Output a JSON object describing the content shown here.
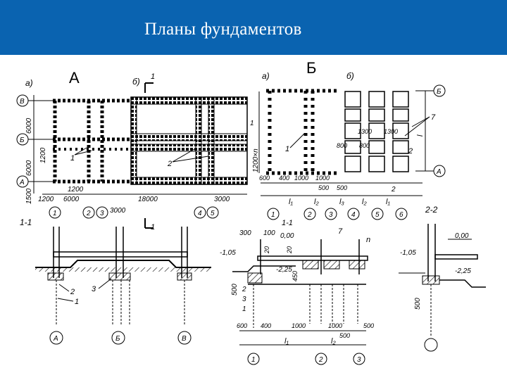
{
  "slide": {
    "title": "Планы фундаментов",
    "section_a": "А",
    "section_b": "Б",
    "colors": {
      "title_bg": "#0a63b0",
      "title_text": "#ffffff",
      "ink": "#000000"
    }
  },
  "drawing": {
    "sub_a": "а)",
    "sub_b": "б)",
    "mark_1": "1",
    "mark_2": "2",
    "mark_3": "3",
    "mark_7": "7",
    "axis_A": "А",
    "axis_B": "Б",
    "axis_V": "В",
    "axis_1": "1",
    "axis_2": "2",
    "axis_3": "3",
    "axis_4": "4",
    "axis_5": "5",
    "axis_6": "6",
    "dim_6000": "6000",
    "dim_1200": "1200",
    "dim_1500": "1500",
    "dim_18000": "18000",
    "dim_3000": "3000",
    "dim_1200xn": "1200×n",
    "dim_600": "600",
    "dim_400": "400",
    "dim_1000": "1000",
    "dim_500": "500",
    "dim_300": "300",
    "dim_100": "100",
    "dim_l": "l",
    "dim_l1": "l₁",
    "dim_l2": "l₂",
    "dim_l3": "l₃",
    "size_1300": "1300",
    "size_800": "800",
    "lvl_000": "0,00",
    "lvl_105": "-1,05",
    "lvl_225": "-2,25",
    "sec_11": "1-1",
    "sec_22": "2-2",
    "lbl_n": "n",
    "dim_20": "20",
    "dim_450": "450"
  }
}
